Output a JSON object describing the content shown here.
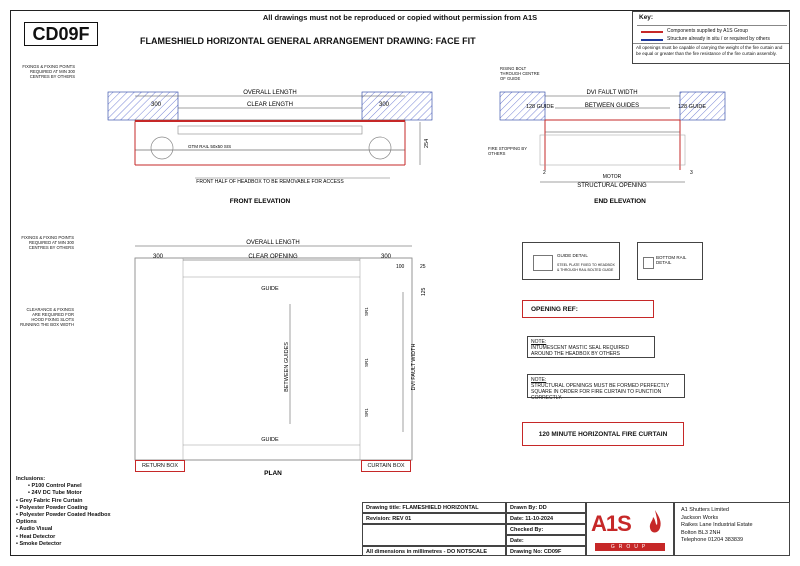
{
  "header": {
    "notice": "All drawings must not be reproduced or copied without permission from A1S",
    "code": "CD09F",
    "title": "FLAMESHIELD HORIZONTAL GENERAL ARRANGEMENT DRAWING: FACE FIT"
  },
  "key": {
    "heading": "Key:",
    "red_item": "Components supplied by A1S Group",
    "blue_item": "Structure already in situ / or required by others",
    "note": "All openings must be capable of carrying the weight of the fire curtain and be equal or greater than the fire resistance of the fire curtain assembly."
  },
  "front_elevation": {
    "caption": "FRONT ELEVATION",
    "overall_length": "OVERALL LENGTH",
    "clear_length": "CLEAR LENGTH",
    "dim_left": "300",
    "dim_right": "300",
    "dim_height": "254",
    "fixing_note": "FIXINGS & FIXING POINTS REQUIRED AT MIN 300 CENTRES BY OTHERS",
    "rail_note": "GTM RAIL 50x50 SIS",
    "access_note": "FRONT HALF OF HEADBOX TO BE REMOVABLE FOR ACCESS"
  },
  "end_elevation": {
    "caption": "END ELEVATION",
    "dvi_width": "DVI FAULT WIDTH",
    "between_guides": "BETWEEN GUIDES",
    "guide_left": "128 GUIDE",
    "guide_right": "128 GUIDE",
    "bolt_note": "RISING BOLT THROUGH CENTRE OF GUIDE",
    "firestop_note": "FIRE STOPPING BY OTHERS",
    "motor": "MOTOR",
    "structural_opening": "STRUCTURAL OPENING",
    "dim_2": "2",
    "dim_3": "3"
  },
  "plan": {
    "caption": "PLAN",
    "overall_length": "OVERALL LENGTH",
    "clear_opening": "CLEAR OPENING",
    "dim_left": "300",
    "dim_right": "300",
    "dim_100": "100",
    "dim_25": "25",
    "dim_125": "125",
    "guide_top": "GUIDE",
    "guide_bottom": "GUIDE",
    "between_guides": "BETWEEN GUIDES",
    "dvi_width": "DVI FAULT WIDTH",
    "return_box": "RETURN BOX",
    "curtain_box": "CURTAIN BOX",
    "left_note_1": "FIXINGS & FIXING POINTS REQUIRED AT MIN 300 CENTRES BY OTHERS",
    "left_note_2": "CLEARANCE & FIXINGS ARE REQUIRED FOR HOOD FIXING SLOTS RUNNING THE BOX WIDTH",
    "guide_tag": "SR1"
  },
  "details": {
    "guide_detail": "GUIDE DETAIL",
    "guide_sub": "STEEL PLATE FIXED TO HEADBOX & THROUGH RAIL BOLTED GUIDE",
    "bottom_rail": "BOTTOM RAIL DETAIL"
  },
  "opening_ref": "OPENING REF:",
  "note1": {
    "heading": "NOTE:",
    "text": "INTUMESCENT MASTIC SEAL REQUIRED AROUND THE HEADBOX BY OTHERS"
  },
  "note2": {
    "heading": "NOTE:",
    "text": "STRUCTURAL OPENINGS MUST BE FORMED PERFECTLY SQUARE IN ORDER FOR FIRE CURTAIN TO FUNCTION CORRECTLY."
  },
  "rating": "120 MINUTE HORIZONTAL FIRE CURTAIN",
  "inclusions": {
    "heading": "Inclusions:",
    "items": [
      "P100 Control Panel",
      "24V DC Tube Motor",
      "Grey Fabric Fire Curtain",
      "Polyester Powder Coating",
      "Polyester Powder Coated Headbox"
    ],
    "options_heading": "Options",
    "options": [
      "Audio Visual",
      "Heat Detector",
      "Smoke Detector"
    ]
  },
  "title_block": {
    "drawing_title": "Drawing title: FLAMESHIELD HORIZONTAL",
    "revision": "Revision: REV 01",
    "dims_note": "All dimensions in millimetres - DO NOTSCALE",
    "drawn_by": "Drawn By: DD",
    "date1": "Date: 11-10-2024",
    "checked_by": "Checked By:",
    "date2": "Date:",
    "drawing_no": "Drawing No: CD09F",
    "logo_text": "A1S",
    "logo_sub": "GROUP",
    "company": [
      "A1 Shutters Limited",
      "Jackson Works",
      "Raikes Lane Industrial Estate",
      "Bolton BL3 2NH",
      "Telephone 01204 383839"
    ]
  },
  "colors": {
    "red": "#c62828",
    "blue": "#1e3a9e",
    "hatch_blue": "#5566cc"
  }
}
